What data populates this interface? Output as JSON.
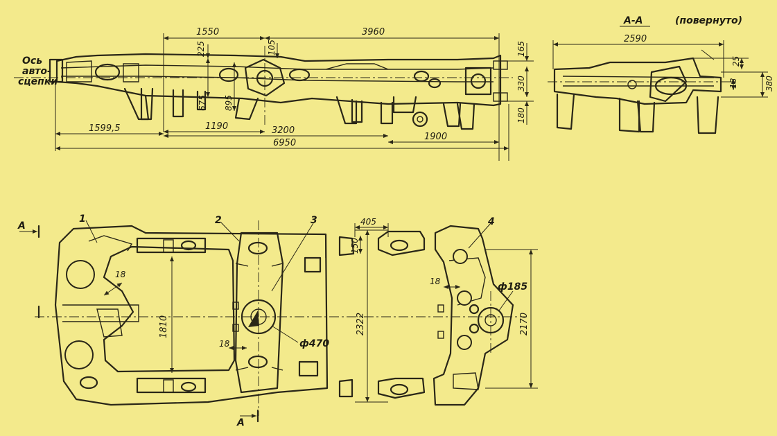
{
  "side_view": {
    "axle_label_1": "Ось",
    "axle_label_2": "авто-",
    "axle_label_3": "сцепки",
    "dims": {
      "d1550": "1550",
      "d3960": "3960",
      "d225": "225",
      "d105": "105",
      "d165": "165",
      "d330": "330",
      "d180": "180",
      "d675": "675",
      "d895": "895",
      "d1190": "1190",
      "d1599": "1599,5",
      "d3200": "3200",
      "d1900": "1900",
      "d6950": "6950"
    }
  },
  "section_view": {
    "title": "А-А",
    "note": "(повернуто)",
    "dims": {
      "d2590": "2590",
      "d25": "25",
      "d18": "18",
      "d380": "380"
    }
  },
  "plan_view": {
    "section_mark": "А",
    "section_mark_bottom": "А",
    "callouts": {
      "c1": "1",
      "c2": "2",
      "c3": "3",
      "c4": "4"
    },
    "dims": {
      "d18a": "18",
      "d18b": "18",
      "d18c": "18",
      "d1810": "1810",
      "d2322": "2322",
      "d2170": "2170",
      "d405": "405",
      "d150": "150",
      "phi470": "ф470",
      "phi185": "ф185"
    }
  }
}
